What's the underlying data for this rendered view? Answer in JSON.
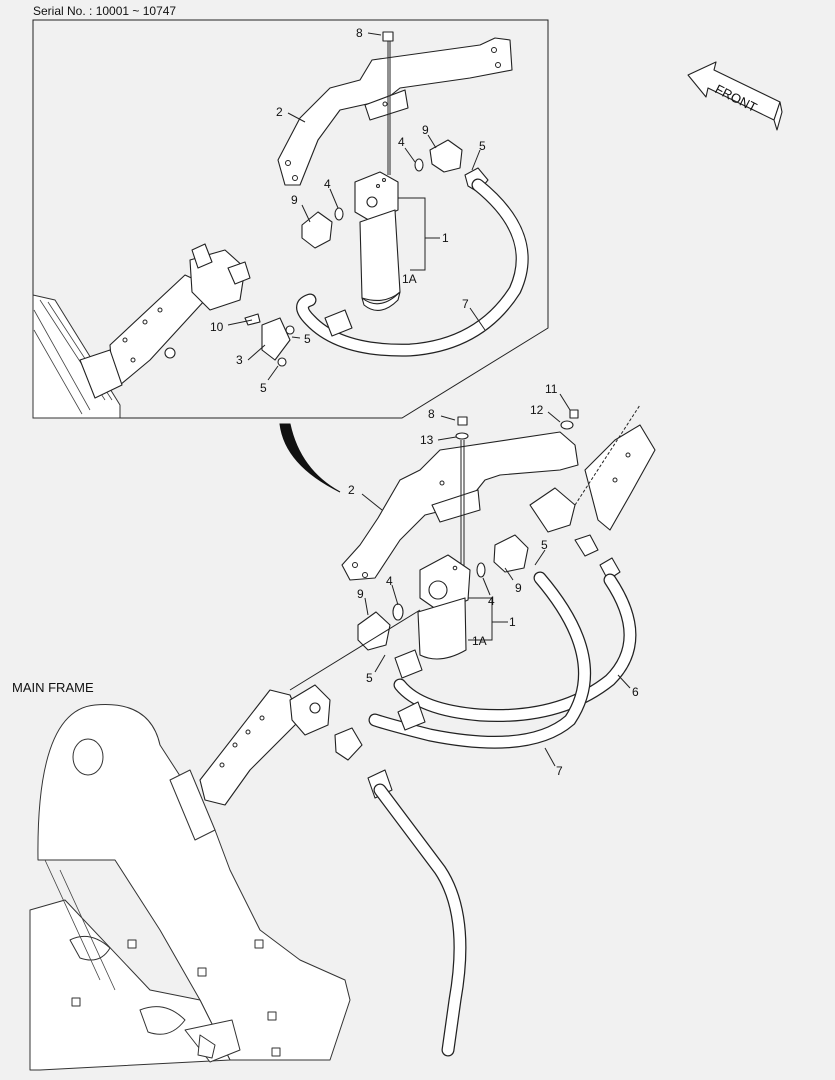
{
  "header": {
    "serial_text": "Serial No. : 10001 ~ 10747"
  },
  "direction": {
    "front_label": "FRONT"
  },
  "areas": {
    "main_frame_label": "MAIN FRAME"
  },
  "inset_callouts": {
    "c8": "8",
    "c2": "2",
    "c4a": "4",
    "c9a": "9",
    "c5a": "5",
    "c4b": "4",
    "c9b": "9",
    "c1": "1",
    "c1a": "1A",
    "c7": "7",
    "c10": "10",
    "c5b": "5",
    "c3": "3",
    "c5c": "5"
  },
  "main_callouts": {
    "c11": "11",
    "c12": "12",
    "c8": "8",
    "c13": "13",
    "c2": "2",
    "c5a": "5",
    "c9a": "9",
    "c4a": "4",
    "c9b": "9",
    "c4b": "4",
    "c1": "1",
    "c1a": "1A",
    "c5b": "5",
    "c6": "6",
    "c7": "7"
  },
  "colors": {
    "line": "#222222",
    "background": "#f1f1f1",
    "part_fill": "#ffffff"
  }
}
